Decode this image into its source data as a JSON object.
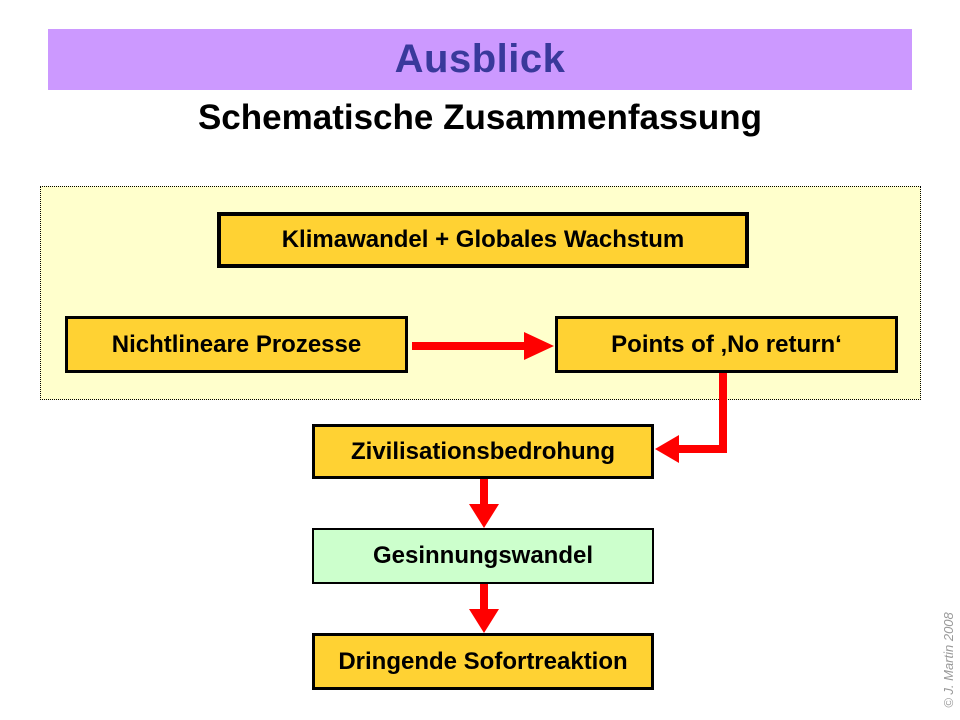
{
  "colors": {
    "banner_bg": "#CC99FF",
    "title_text": "#39399B",
    "panel_bg": "#FFFFCC",
    "gold_box": "#FFD233",
    "green_box": "#CCFFCC",
    "arrow": "#FF0000",
    "copyright_text": "#999999"
  },
  "header": {
    "title": "Ausblick",
    "subtitle": "Schematische Zusammenfassung"
  },
  "diagram": {
    "boxes": {
      "klimawandel": {
        "label": "Klimawandel + Globales Wachstum",
        "fill": "#FFD233"
      },
      "nichtlineare": {
        "label": "Nichtlineare Prozesse",
        "fill": "#FFD233"
      },
      "points": {
        "label": "Points of ‚No return‘",
        "fill": "#FFD233"
      },
      "zivilisation": {
        "label": "Zivilisationsbedrohung",
        "fill": "#FFD233"
      },
      "gesinnung": {
        "label": "Gesinnungswandel",
        "fill": "#CCFFCC"
      },
      "dringend": {
        "label": "Dringende Sofortreaktion",
        "fill": "#FFD233"
      }
    }
  },
  "footer": {
    "copyright": "© J. Martin 2008"
  }
}
